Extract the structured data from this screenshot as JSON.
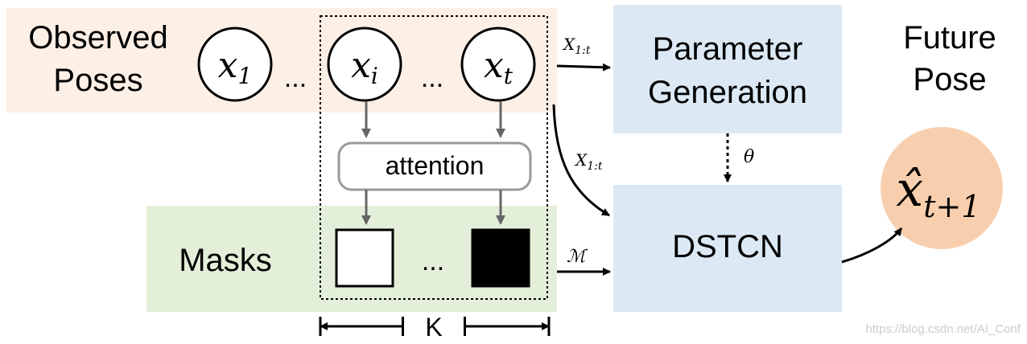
{
  "observed": {
    "line1": "Observed",
    "line2": "Poses"
  },
  "nodes": {
    "x1": {
      "base": "x",
      "sub": "1"
    },
    "xi": {
      "base": "x",
      "sub": "i"
    },
    "xt": {
      "base": "x",
      "sub": "t"
    },
    "ellipsis": "..."
  },
  "attention": {
    "label": "attention"
  },
  "masks": {
    "label": "Masks",
    "ellipsis": "..."
  },
  "window": {
    "label": "K"
  },
  "param_gen": {
    "line1": "Parameter",
    "line2": "Generation"
  },
  "dstcn": {
    "label": "DSTCN"
  },
  "future": {
    "line1": "Future",
    "line2": "Pose",
    "symbol": "x̂",
    "sub": "t+1"
  },
  "edges": {
    "x_to_param": {
      "base": "X",
      "sub": "1:t"
    },
    "x_to_dstcn": {
      "base": "X",
      "sub": "1:t"
    },
    "theta": "θ",
    "mask_symbol": "ℳ"
  },
  "watermark": "https://blog.csdn.net/AI_Conf",
  "colors": {
    "observed_bg": "#fcefe6",
    "masks_bg": "#e3efd9",
    "box_bg": "#dce9f5",
    "future_bg": "#f8cfae",
    "arrow_gray": "#666666"
  }
}
